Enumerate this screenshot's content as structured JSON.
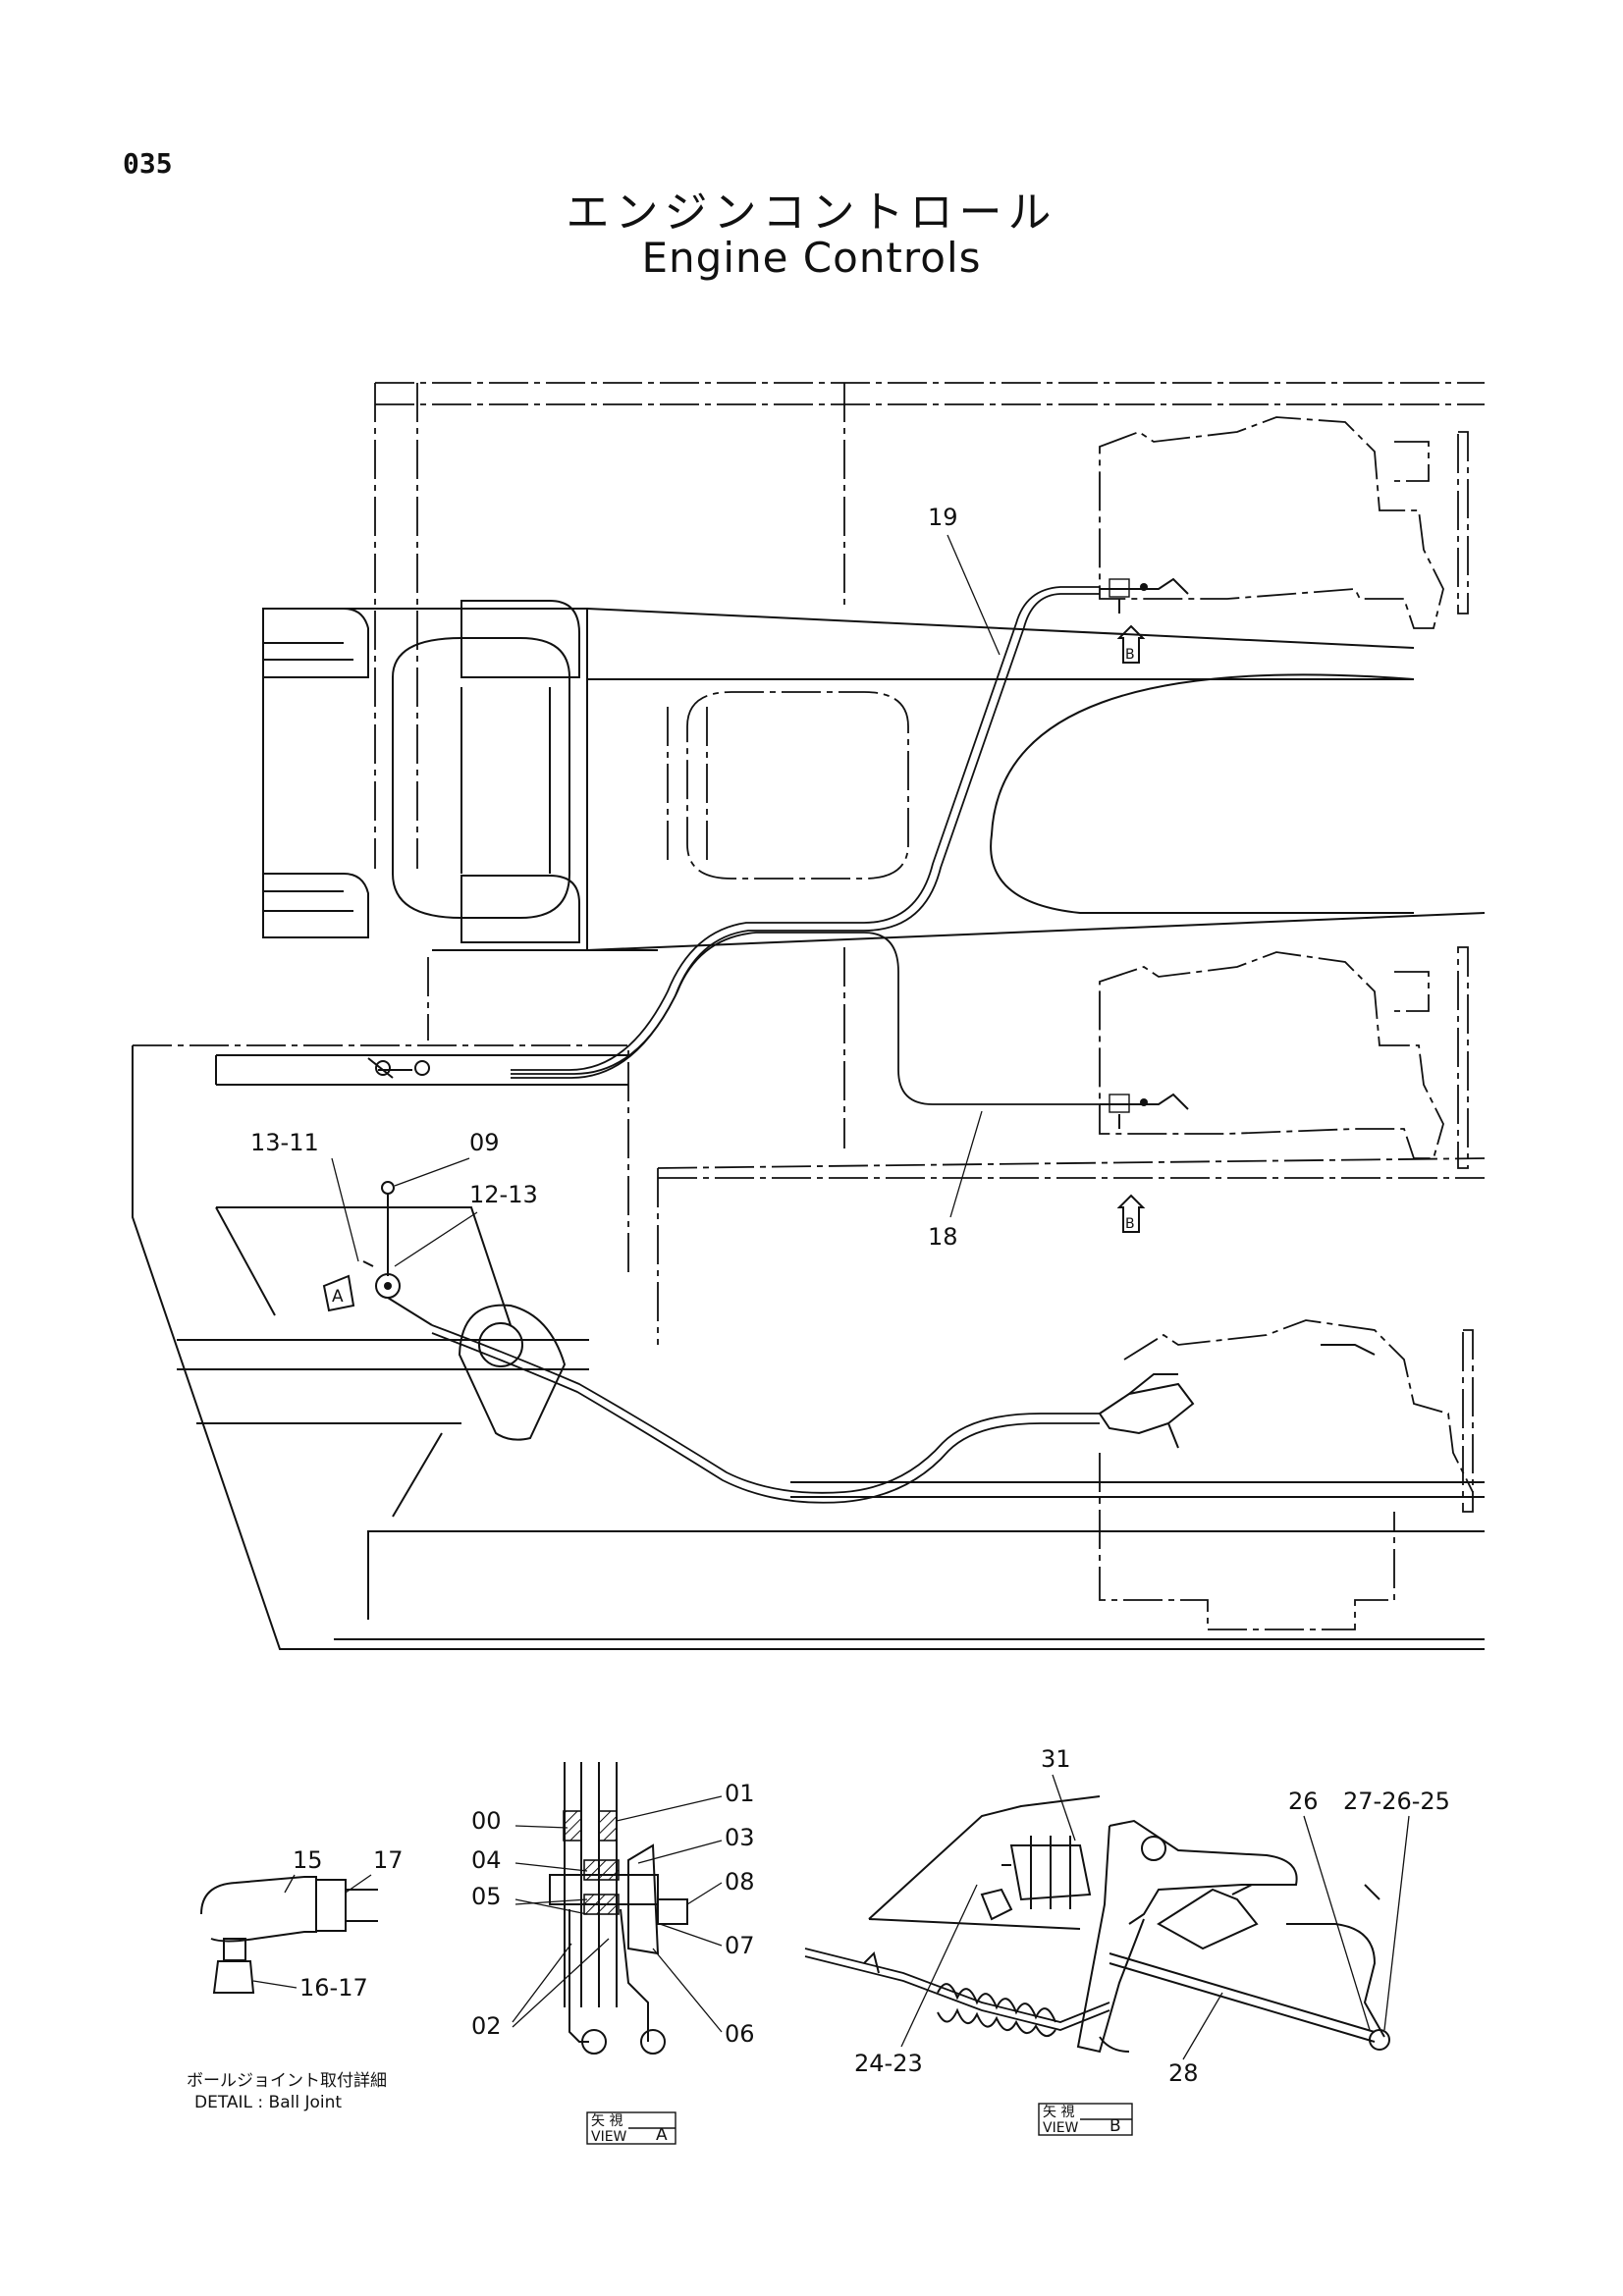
{
  "page_number": "035",
  "title_jp": "エンジンコントロール",
  "title_en": "Engine Controls",
  "main_callouts": {
    "c19": "19",
    "c18": "18",
    "c13_11": "13-11",
    "c09": "09",
    "c12_13": "12-13",
    "view_a_arrow": "A",
    "view_b_arrow_1": "B",
    "view_b_arrow_2": "B"
  },
  "ball_joint_detail": {
    "c15": "15",
    "c17": "17",
    "c16_17": "16-17",
    "caption_jp": "ボールジョイント取付詳細",
    "caption_en": "DETAIL : Ball Joint"
  },
  "view_a": {
    "c00": "00",
    "c01": "01",
    "c03": "03",
    "c04": "04",
    "c08": "08",
    "c05": "05",
    "c07": "07",
    "c02": "02",
    "c06": "06",
    "label_jp": "矢 視",
    "label_en": "VIEW",
    "letter": "A"
  },
  "view_b": {
    "c31": "31",
    "c26": "26",
    "c27_26_25": "27-26-25",
    "c24_23": "24-23",
    "c28": "28",
    "label_jp": "矢 視",
    "label_en": "VIEW",
    "letter": "B"
  }
}
